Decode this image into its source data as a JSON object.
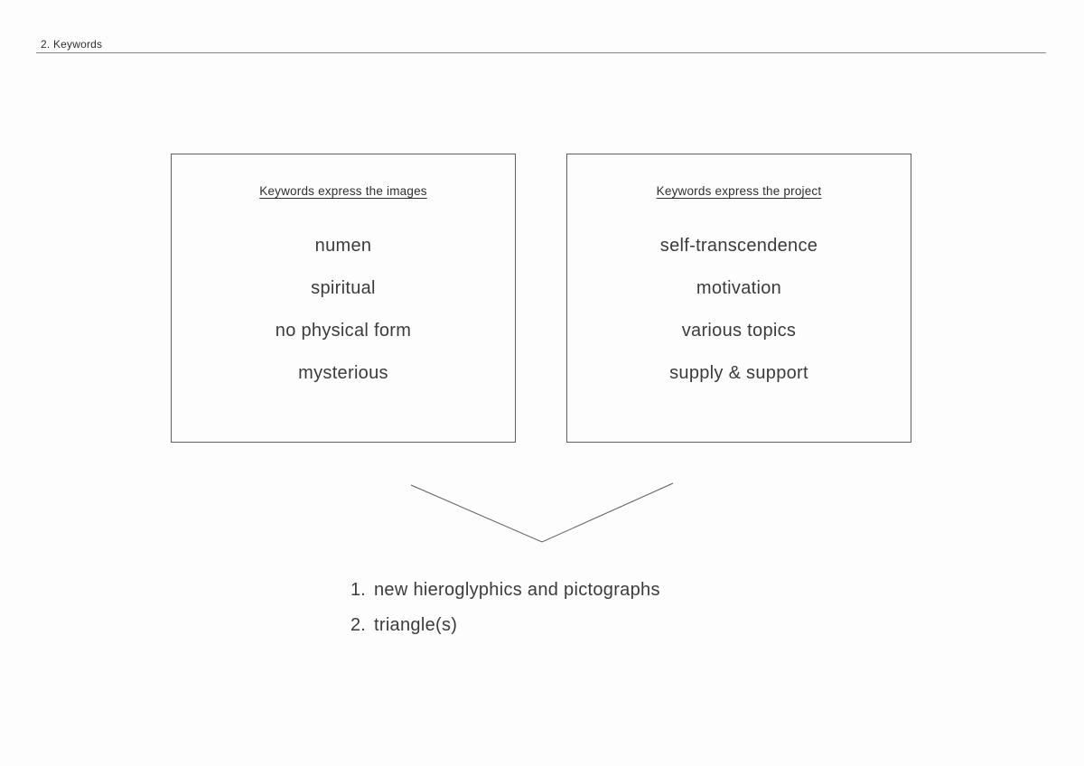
{
  "header": {
    "title": "2. Keywords"
  },
  "boxes": [
    {
      "title": "Keywords express the images",
      "items": [
        "numen",
        "spiritual",
        "no physical form",
        "mysterious"
      ]
    },
    {
      "title": "Keywords express the project",
      "items": [
        "self-transcendence",
        "motivation",
        "various topics",
        "supply & support"
      ]
    }
  ],
  "results": [
    {
      "number": "1.",
      "text": "new hieroglyphics and pictographs"
    },
    {
      "number": "2.",
      "text": "triangle(s)"
    }
  ],
  "colors": {
    "text": "#3b3b3b",
    "border": "#5f5f5f",
    "divider": "#8a8a8a",
    "background": "#fdfdfd"
  }
}
